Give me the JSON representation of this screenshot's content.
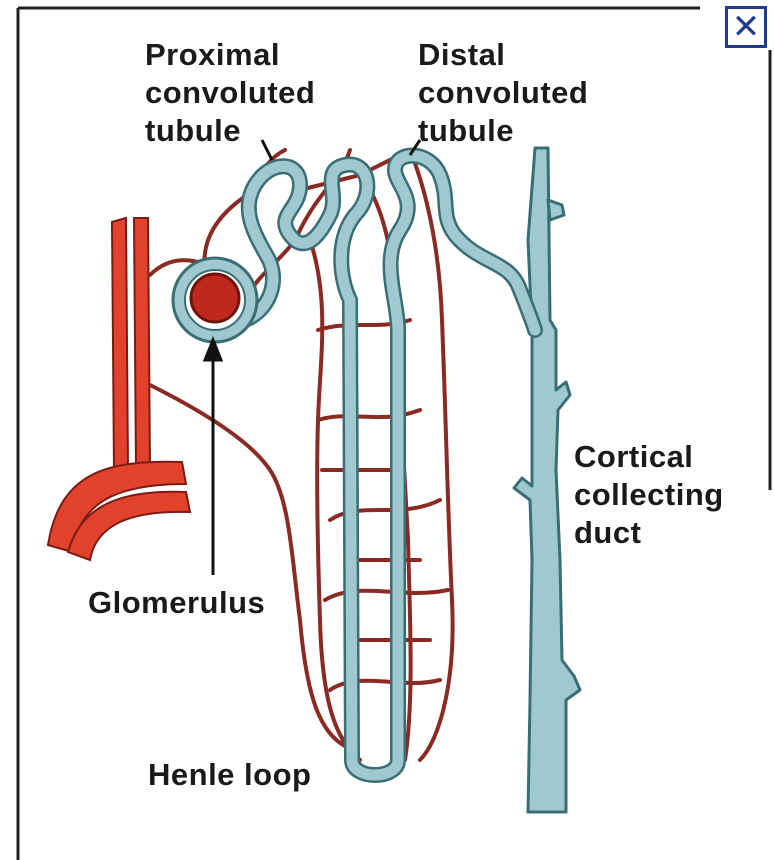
{
  "labels": {
    "proximal": [
      "Proximal",
      "convoluted",
      "tubule"
    ],
    "distal": [
      "Distal",
      "convoluted",
      "tubule"
    ],
    "collecting": [
      "Cortical",
      "collecting",
      "duct"
    ],
    "glomerulus": "Glomerulus",
    "henle": "Henle loop"
  },
  "close_symbol": "✕",
  "colors": {
    "artery": "#e2422b",
    "capillary": "#8a2a22",
    "tubule": "#9fc9cf",
    "tubule_outline": "#3a6e75",
    "background": "#ffffff",
    "accent": "#1f3a93"
  }
}
